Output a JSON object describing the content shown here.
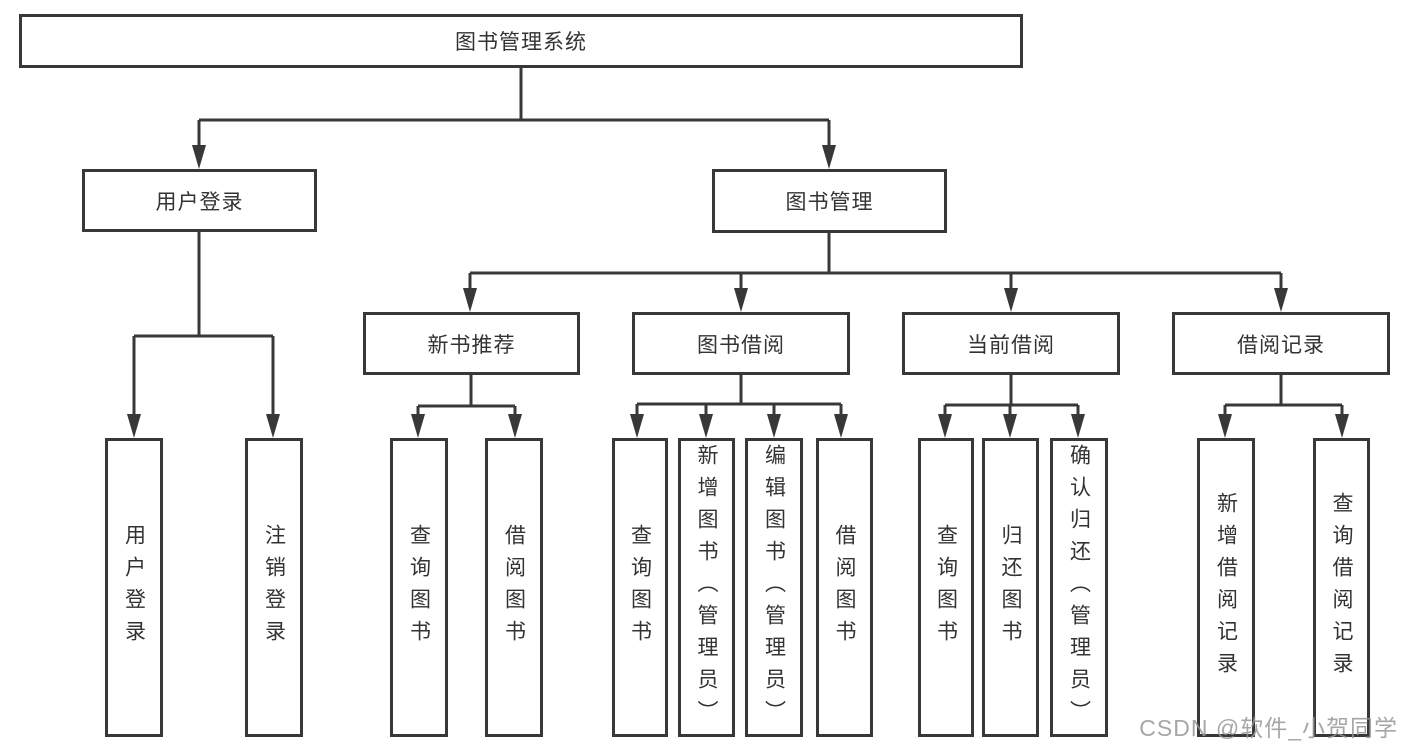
{
  "tree": {
    "root": {
      "label": "图书管理系统"
    },
    "branches": [
      {
        "label": "用户登录",
        "children": [
          {
            "label": "用户登录"
          },
          {
            "label": "注销登录"
          }
        ]
      },
      {
        "label": "图书管理",
        "children": [
          {
            "label": "新书推荐",
            "children": [
              {
                "label": "查询图书"
              },
              {
                "label": "借阅图书"
              }
            ]
          },
          {
            "label": "图书借阅",
            "children": [
              {
                "label": "查询图书"
              },
              {
                "label": "新增图书（管理员）"
              },
              {
                "label": "编辑图书（管理员）"
              },
              {
                "label": "借阅图书"
              }
            ]
          },
          {
            "label": "当前借阅",
            "children": [
              {
                "label": "查询图书"
              },
              {
                "label": "归还图书"
              },
              {
                "label": "确认归还（管理员）"
              }
            ]
          },
          {
            "label": "借阅记录",
            "children": [
              {
                "label": "新增借阅记录"
              },
              {
                "label": "查询借阅记录"
              }
            ]
          }
        ]
      }
    ]
  },
  "watermark": "CSDN @软件_小贺同学",
  "colors": {
    "line": "#383838",
    "box_border": "#383838",
    "text": "#333333",
    "watermark": "#969696",
    "background": "#ffffff"
  }
}
